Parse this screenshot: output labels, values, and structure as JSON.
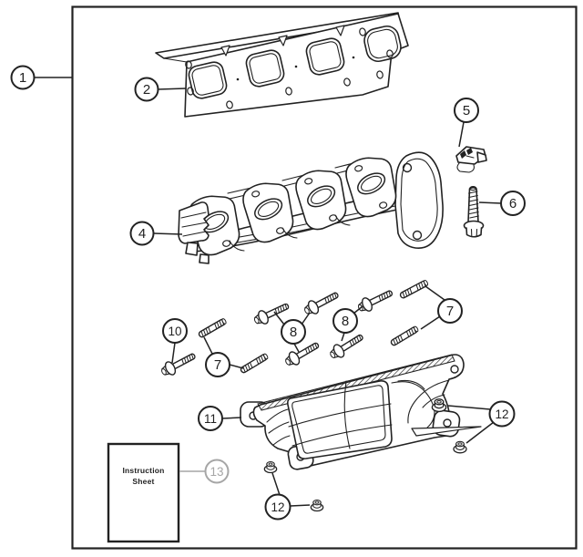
{
  "diagram": {
    "instruction_sheet": {
      "line1": "Instruction",
      "line2": "Sheet"
    }
  },
  "callouts": [
    {
      "label": "1"
    },
    {
      "label": "2"
    },
    {
      "label": "4"
    },
    {
      "label": "5"
    },
    {
      "label": "6"
    },
    {
      "label": "7"
    },
    {
      "label": "7"
    },
    {
      "label": "8"
    },
    {
      "label": "8"
    },
    {
      "label": "10"
    },
    {
      "label": "11"
    },
    {
      "label": "12"
    },
    {
      "label": "12"
    },
    {
      "label": "13"
    }
  ],
  "colors": {
    "line": "#222222",
    "muted_callout": "#a6a6a6",
    "background": "#ffffff"
  }
}
